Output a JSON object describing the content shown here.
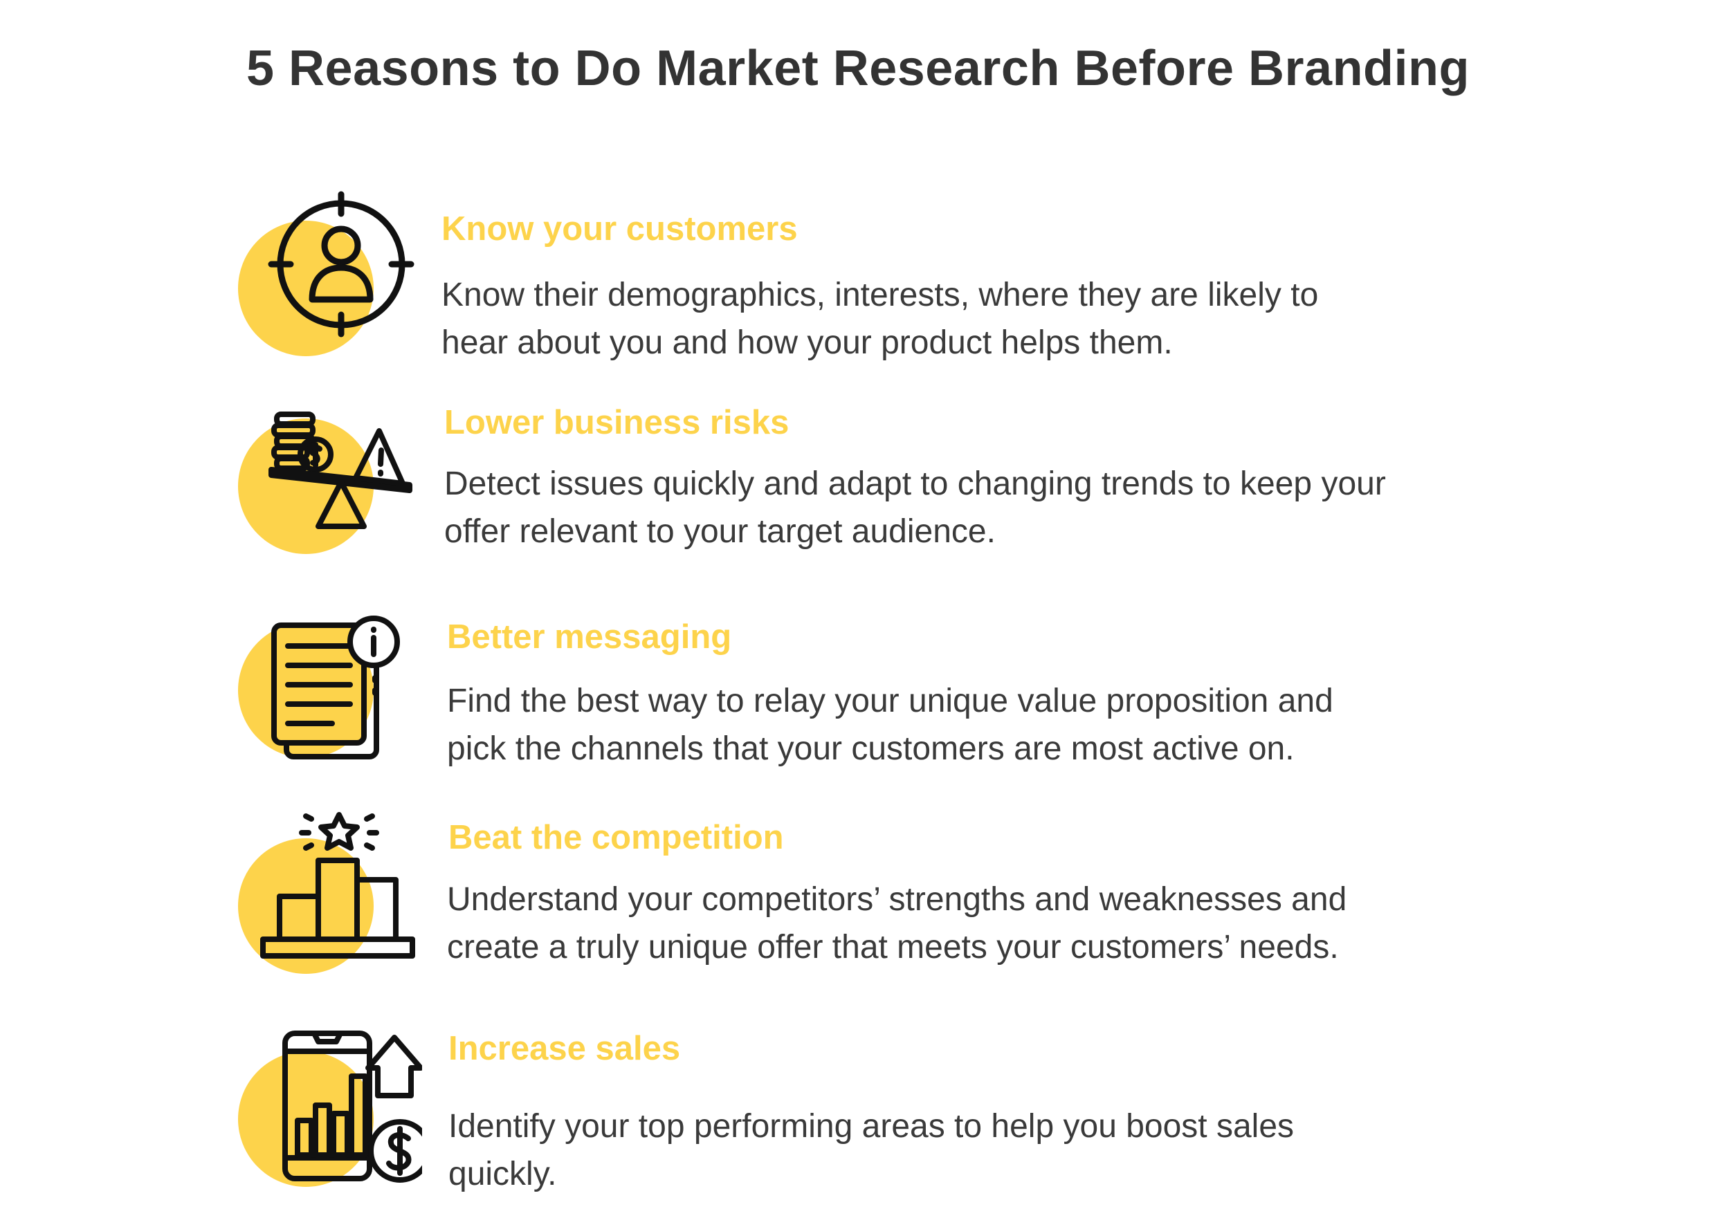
{
  "title": "5 Reasons to Do Market Research Before Branding",
  "colors": {
    "accent": "#fdd34b",
    "heading_text": "#333333",
    "body_text": "#3a3a3a",
    "background": "#ffffff",
    "icon_stroke": "#111111"
  },
  "reasons": [
    {
      "heading": "Know your customers",
      "lines": [
        "Know their demographics, interests, where they are likely to",
        "hear about you and how your product helps them."
      ],
      "icon": "customer-target-icon"
    },
    {
      "heading": "Lower business risks",
      "lines": [
        "Detect issues quickly and adapt to changing trends to keep your",
        "offer relevant to your target audience."
      ],
      "icon": "risk-balance-icon"
    },
    {
      "heading": "Better messaging",
      "lines": [
        "Find the best way to relay your unique value proposition and",
        "pick the channels that your customers are most active on."
      ],
      "icon": "document-info-icon"
    },
    {
      "heading": "Beat the competition",
      "lines": [
        "Understand your competitors’ strengths and weaknesses and",
        "create a truly unique offer that meets your customers’ needs."
      ],
      "icon": "podium-star-icon"
    },
    {
      "heading": "Increase sales",
      "lines": [
        "Identify your top performing areas to help you boost sales",
        "quickly."
      ],
      "icon": "phone-sales-growth-icon"
    }
  ]
}
